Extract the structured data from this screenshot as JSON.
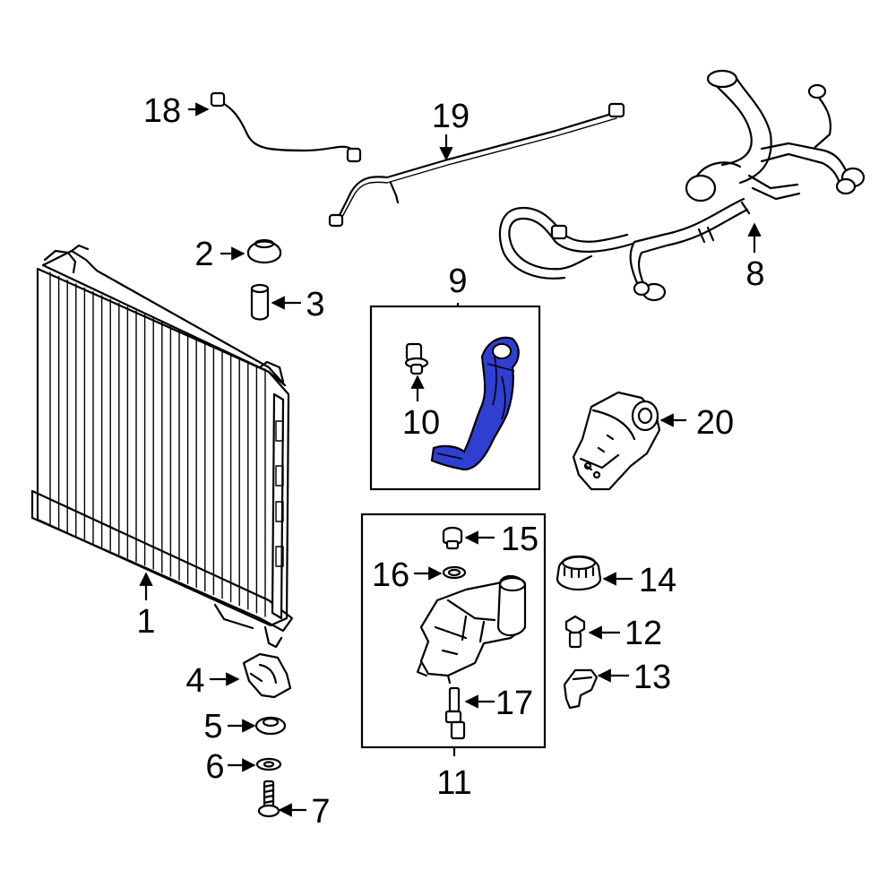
{
  "callouts": {
    "c1": "1",
    "c2": "2",
    "c3": "3",
    "c4": "4",
    "c5": "5",
    "c6": "6",
    "c7": "7",
    "c8": "8",
    "c9": "9",
    "c10": "10",
    "c11": "11",
    "c12": "12",
    "c13": "13",
    "c14": "14",
    "c15": "15",
    "c16": "16",
    "c17": "17",
    "c18": "18",
    "c19": "19",
    "c20": "20"
  },
  "colors": {
    "highlight": "#2f3fd1",
    "line": "#000000",
    "background": "#ffffff"
  }
}
